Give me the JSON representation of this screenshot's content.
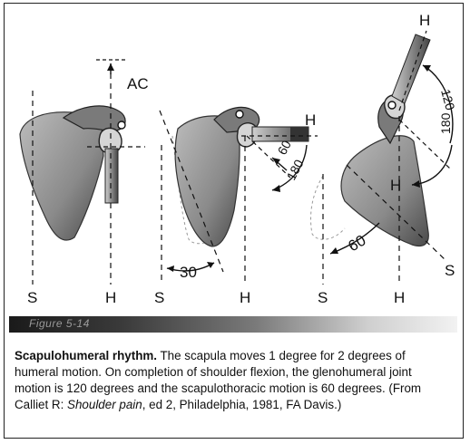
{
  "diagram": {
    "labels": {
      "s": "S",
      "h": "H",
      "ac": "AC",
      "angle_30": "30",
      "angle_60": "60",
      "angle_180": "180",
      "angle_120": "120"
    }
  },
  "figure_banner": "Figure 5-14",
  "caption": {
    "title": "Scapulohumeral rhythm.",
    "body": " The scapula moves 1 degree for 2 degrees of humeral motion. On completion of shoulder flexion, the glenohumeral joint motion is 120 degrees and the scapulothoracic motion is 60 degrees. (From Calliet R: ",
    "book": "Shoulder pain",
    "tail": ", ed 2, Philadelphia, 1981, FA Davis.)"
  },
  "colors": {
    "bone_fill": "#9a9a9a",
    "bone_dark": "#5a5a5a",
    "line": "#111111"
  }
}
